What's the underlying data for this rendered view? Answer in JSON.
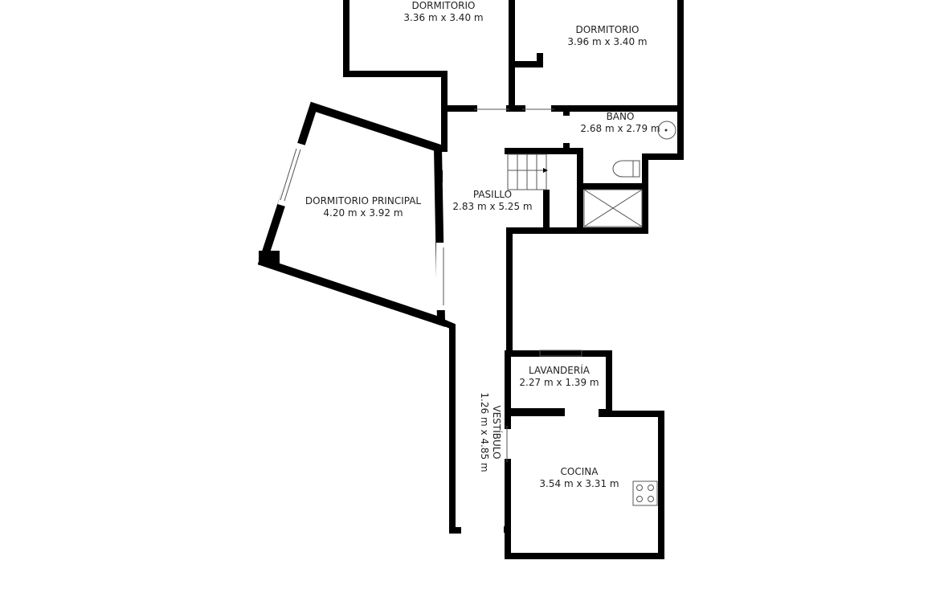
{
  "rooms": [
    {
      "name": "DORMITORIO",
      "size": "3.36 m x 3.40 m"
    },
    {
      "name": "DORMITORIO",
      "size": "3.96 m x 3.40 m"
    },
    {
      "name": "BAÑO",
      "size": "2.68 m x 2.79 m"
    },
    {
      "name": "DORMITORIO PRINCIPAL",
      "size": "4.20 m x 3.92 m"
    },
    {
      "name": "PASILLO",
      "size": "2.83 m x 5.25 m"
    },
    {
      "name": "LAVANDERÍA",
      "size": "2.27 m x 1.39 m"
    },
    {
      "name": "VESTÍBULO",
      "size": "1.26 m x 4.85 m"
    },
    {
      "name": "COCINA",
      "size": "3.54 m x 3.31 m"
    }
  ],
  "colors": {
    "wall": "#000000",
    "background": "#ffffff"
  }
}
